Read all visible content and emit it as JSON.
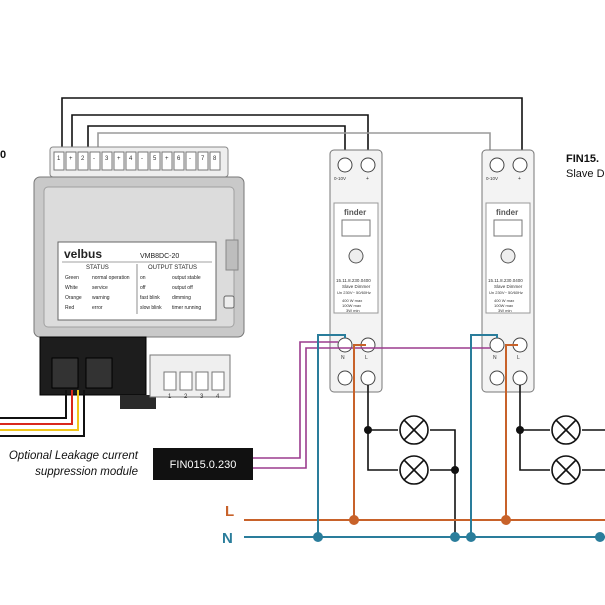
{
  "colors": {
    "L": "#c8622a",
    "N": "#2a7d9b",
    "black": "#111111",
    "gray": "#9a9a9a",
    "magenta": "#9b3b8e",
    "red": "#d9281c",
    "yellow": "#f0c51a"
  },
  "controller": {
    "brand": "velbus",
    "model": "VMB8DC-20",
    "status_header": "STATUS",
    "output_header": "OUTPUT STATUS",
    "status_rows": [
      {
        "color": "Green",
        "meaning": "normal operation"
      },
      {
        "color": "White",
        "meaning": "service"
      },
      {
        "color": "Orange",
        "meaning": "warning"
      },
      {
        "color": "Red",
        "meaning": "error"
      }
    ],
    "output_rows": [
      {
        "state": "on",
        "meaning": "output stable"
      },
      {
        "state": "off",
        "meaning": "output off"
      },
      {
        "state": "fast blink",
        "meaning": "dimming"
      },
      {
        "state": "slow blink",
        "meaning": "timer running"
      }
    ],
    "top_terminals": [
      "1",
      "+",
      "2",
      "-",
      "3",
      "+",
      "4",
      "-",
      "5",
      "+",
      "6",
      "-",
      "7",
      "8"
    ],
    "bottom_terminals": [
      "1",
      "2",
      "3",
      "4"
    ],
    "partial_label": "0"
  },
  "dimmers": [
    {
      "brand": "finder",
      "top_labels": [
        "0-10V",
        "+"
      ],
      "model_text": "15.11.8.230.0400",
      "subtitle": "Slave Dimmer",
      "voltage": "Un 230V~ 50/60Hz",
      "ratings": [
        "400 W max",
        "100W max",
        "3W min"
      ],
      "terminal_labels": [
        "N",
        "L"
      ]
    },
    {
      "brand": "finder",
      "top_labels": [
        "0-10V",
        "+"
      ],
      "model_text": "15.11.8.230.0400",
      "subtitle": "Slave Dimmer",
      "voltage": "Un 230V~ 50/60Hz",
      "ratings": [
        "400 W max",
        "100W max",
        "3W min"
      ],
      "terminal_labels": [
        "N",
        "L"
      ]
    }
  ],
  "right_label": {
    "line1": "FIN15.",
    "line2": "Slave D"
  },
  "optional_label": {
    "line1": "Optional Leakage current",
    "line2": "suppression module"
  },
  "module_box": {
    "label": "FIN015.0.230"
  },
  "bus_labels": {
    "L": "L",
    "N": "N"
  }
}
